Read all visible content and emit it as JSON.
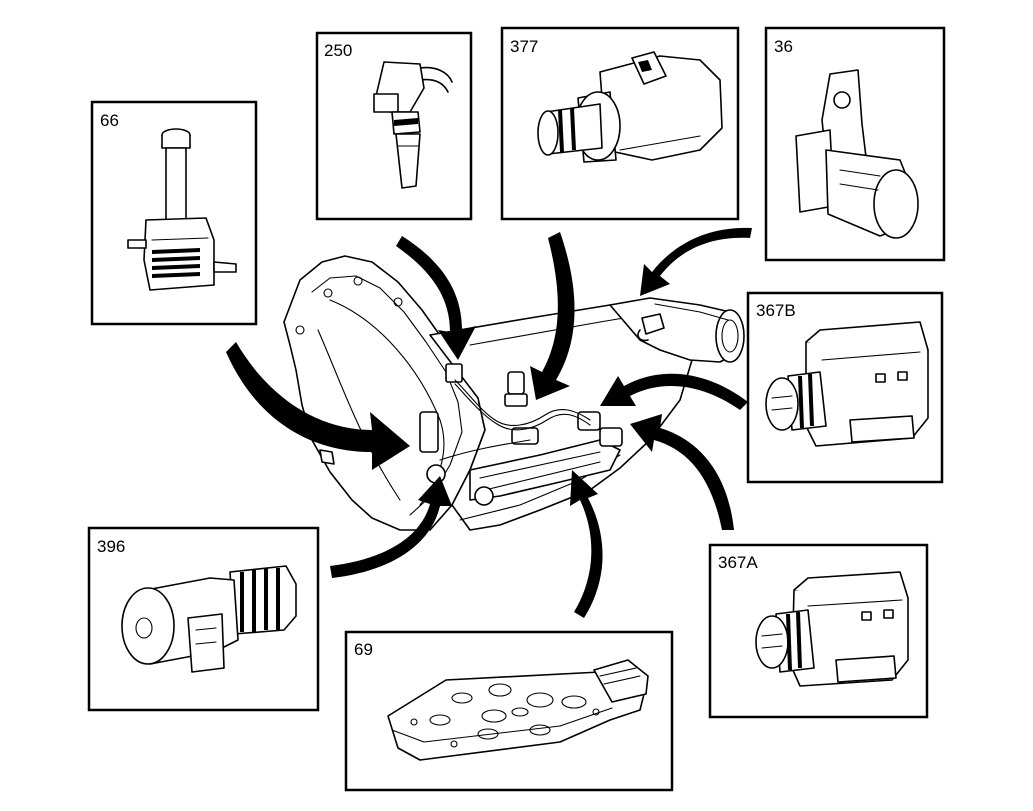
{
  "components": [
    {
      "id": "p66",
      "label": "66",
      "icon": "pressure-switch-icon"
    },
    {
      "id": "p250",
      "label": "250",
      "icon": "speed-sensor-icon"
    },
    {
      "id": "p377",
      "label": "377",
      "icon": "pressure-control-solenoid-icon"
    },
    {
      "id": "p36",
      "label": "36",
      "icon": "output-speed-sensor-icon"
    },
    {
      "id": "p367b",
      "label": "367B",
      "icon": "shift-solenoid-b-icon"
    },
    {
      "id": "p367a",
      "label": "367A",
      "icon": "shift-solenoid-a-icon"
    },
    {
      "id": "p396",
      "label": "396",
      "icon": "tcc-solenoid-icon"
    },
    {
      "id": "p69",
      "label": "69",
      "icon": "pressure-switch-manifold-icon"
    }
  ],
  "colors": {
    "line": "#000000",
    "background": "#ffffff"
  }
}
